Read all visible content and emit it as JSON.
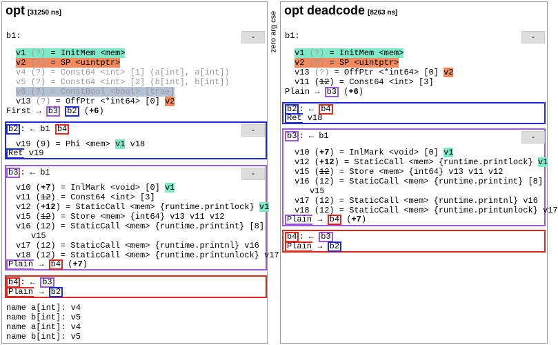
{
  "left": {
    "title": "opt",
    "ns": "[31250 ns]",
    "collapse_label": "-",
    "b1_label": "b1:",
    "b1_lines": [
      "v1 (?) = InitMem <mem>",
      "v2 (?) = SP <uintptr>",
      "v4 (?) = Const64 <int> [1] (a[int], a[int])",
      "v5 (?) = Const64 <int> [2] (b[int], b[int])",
      "v6 (?) = ConstBool <bool> [true]",
      "v13 (?) = OffPtr <*int64> [0] v2"
    ],
    "b1_exit": "First → b3 b2 (+6)",
    "b2_header": "b2: ← b1 b4",
    "b2_line": "v19 (9) = Phi <mem> v1 v18",
    "b2_exit": "Ret v19",
    "b3_header": "b3: ← b1",
    "b3_lines": [
      "v10 (+7) = InlMark <void> [0] v1",
      "v11 (12) = Const64 <int> [3]",
      "v12 (+12) = StaticCall <mem> {runtime.printlock} v1",
      "v15 (12) = Store <mem> {int64} v13 v11 v12",
      "v16 (12) = StaticCall <mem> {runtime.printint} [8]",
      "v15",
      "v17 (12) = StaticCall <mem> {runtime.printnl} v16",
      "v18 (12) = StaticCall <mem> {runtime.printunlock} v17"
    ],
    "b3_exit": "Plain → b4 (+7)",
    "b4_header": "b4: ← b3",
    "b4_exit": "Plain → b2",
    "names": [
      "name a[int]: v4",
      "name b[int]: v5",
      "name a[int]: v4",
      "name b[int]: v5"
    ]
  },
  "collapsed_label": "zero arg cse",
  "right": {
    "title": "opt deadcode",
    "ns": "[8263 ns]",
    "collapse_label": "-",
    "b1_label": "b1:",
    "b1_lines": [
      "v1 (?) = InitMem <mem>",
      "v2 (?) = SP <uintptr>",
      "v13 (?) = OffPtr <*int64> [0] v2",
      "v11 (12) = Const64 <int> [3]"
    ],
    "b1_exit": "Plain → b3 (+6)",
    "b2_header": "b2: ← b4",
    "b2_exit": "Ret v18",
    "b3_header": "b3: ← b1",
    "b3_lines": [
      "v10 (+7) = InlMark <void> [0] v1",
      "v12 (+12) = StaticCall <mem> {runtime.printlock} v1",
      "v15 (12) = Store <mem> {int64} v13 v11 v12",
      "v16 (12) = StaticCall <mem> {runtime.printint} [8]",
      "v15",
      "v17 (12) = StaticCall <mem> {runtime.printnl} v16",
      "v18 (12) = StaticCall <mem> {runtime.printunlock} v17"
    ],
    "b3_exit": "Plain → b4 (+7)",
    "b4_header": "b4: ← b3",
    "b4_exit": "Plain → b2"
  },
  "colors": {
    "blue": "#1f2ad8",
    "red": "#e3271f",
    "purple": "#9b5ad8",
    "green": "#7fe8c8",
    "orange": "#f08a5d",
    "gray": "#b4c0d4"
  }
}
